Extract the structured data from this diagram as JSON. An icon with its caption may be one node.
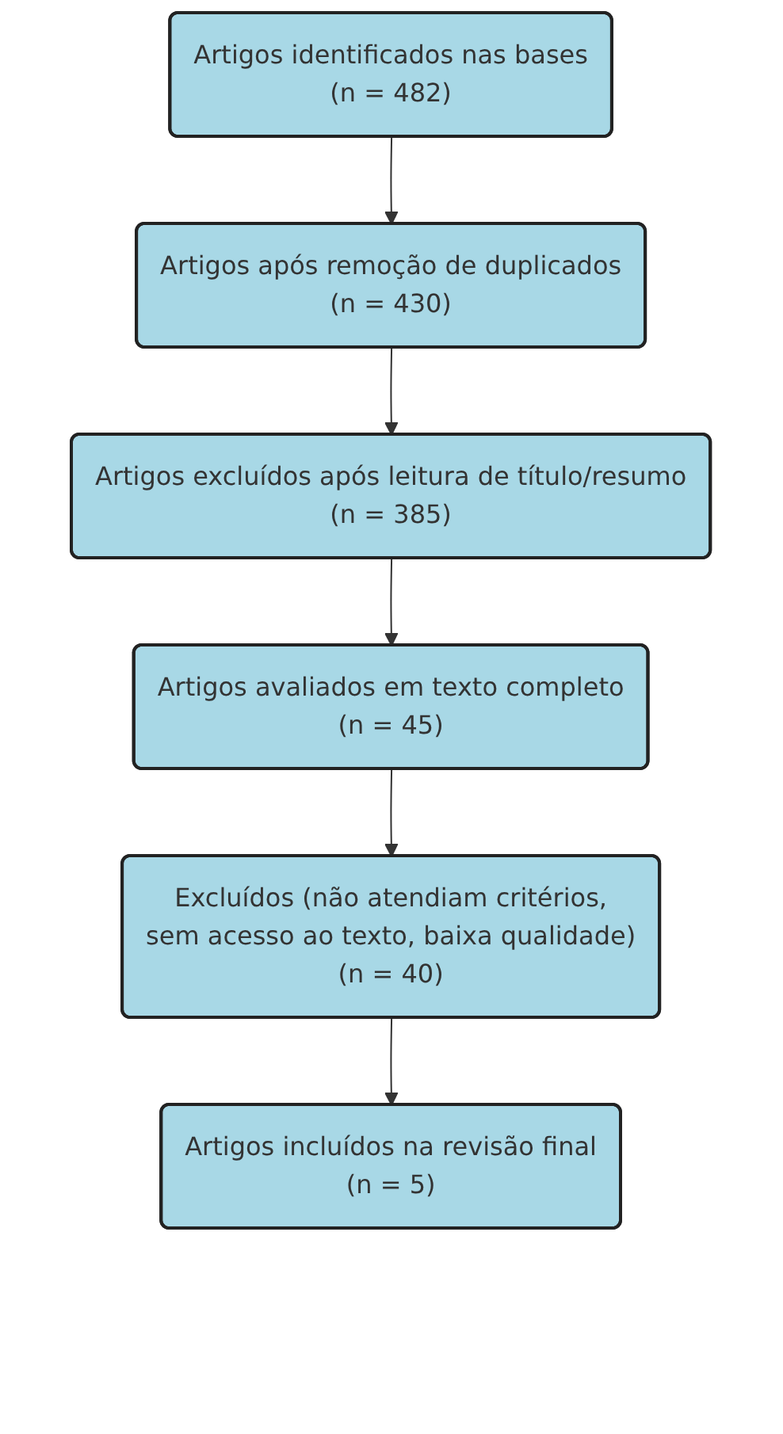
{
  "diagram": {
    "nodes": [
      {
        "text": [
          "Artigos identificados nas bases (n = 482)"
        ]
      },
      {
        "text": [
          "Artigos após remoção de duplicados (n = 430)"
        ]
      },
      {
        "text": [
          "Artigos excluídos após leitura de título/resumo (n = 385)"
        ]
      },
      {
        "text": [
          "Artigos avaliados em texto completo (n = 45)"
        ]
      },
      {
        "text": [
          "Excluídos (não atendiam critérios, sem acesso ao texto, baixa qualidade) (n = 40)"
        ]
      },
      {
        "text": [
          "Artigos incluídos na revisão final (n = 5)"
        ]
      }
    ],
    "edges": [
      {
        "from": 0,
        "to": 1,
        "arrow": "to"
      },
      {
        "from": 1,
        "to": 2,
        "arrow": "to"
      },
      {
        "from": 2,
        "to": 3,
        "arrow": "to"
      },
      {
        "from": 3,
        "to": 4,
        "arrow": "to"
      },
      {
        "from": 4,
        "to": 5,
        "arrow": "to"
      }
    ]
  }
}
